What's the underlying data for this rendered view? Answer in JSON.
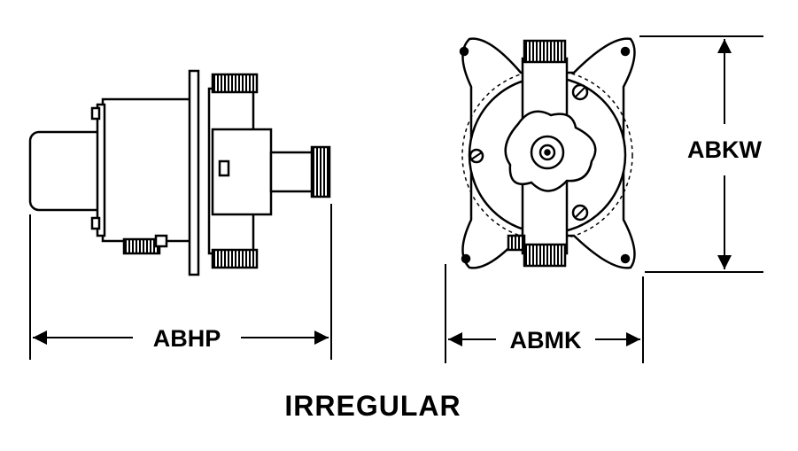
{
  "dimensions": {
    "side_width": "ABHP",
    "front_width": "ABMK",
    "front_height": "ABKW"
  },
  "caption": "IRREGULAR",
  "colors": {
    "ink": "#000000",
    "paper": "#ffffff"
  }
}
